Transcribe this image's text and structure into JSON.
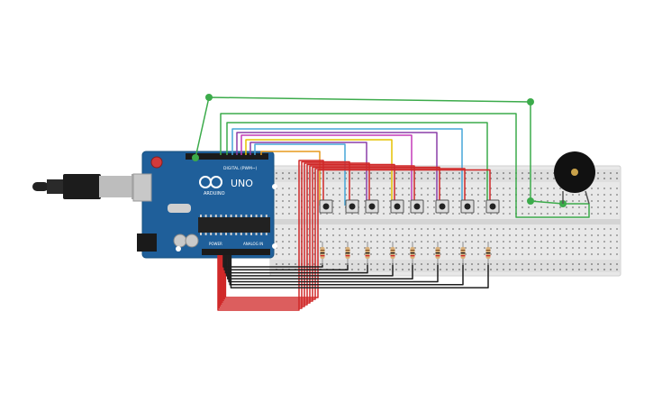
{
  "board": {
    "brand": "ARDUINO",
    "model": "UNO",
    "digital_header": "DIGITAL (PWM~)",
    "power_label": "POWER",
    "analog_label": "ANALOG IN",
    "colors": {
      "pcb": "#1f5f9a",
      "header": "#1b1b1b",
      "chip": "#222222"
    }
  },
  "breadboard": {
    "colors": {
      "body": "#e8e8e8",
      "rail": "#d9d9d9"
    }
  },
  "buttons": {
    "count": 8
  },
  "resistors": {
    "count": 8
  },
  "buzzer": {
    "color": "#111111"
  },
  "wires": {
    "colors": {
      "green": "#3cab4b",
      "red": "#d02828",
      "black": "#1e1e1e",
      "yellow": "#e6c200",
      "orange": "#e79a1d",
      "purple": "#8b3fa8",
      "magenta": "#c43ab8",
      "cyan": "#47a6d8",
      "blue": "#3d7fd6"
    }
  }
}
